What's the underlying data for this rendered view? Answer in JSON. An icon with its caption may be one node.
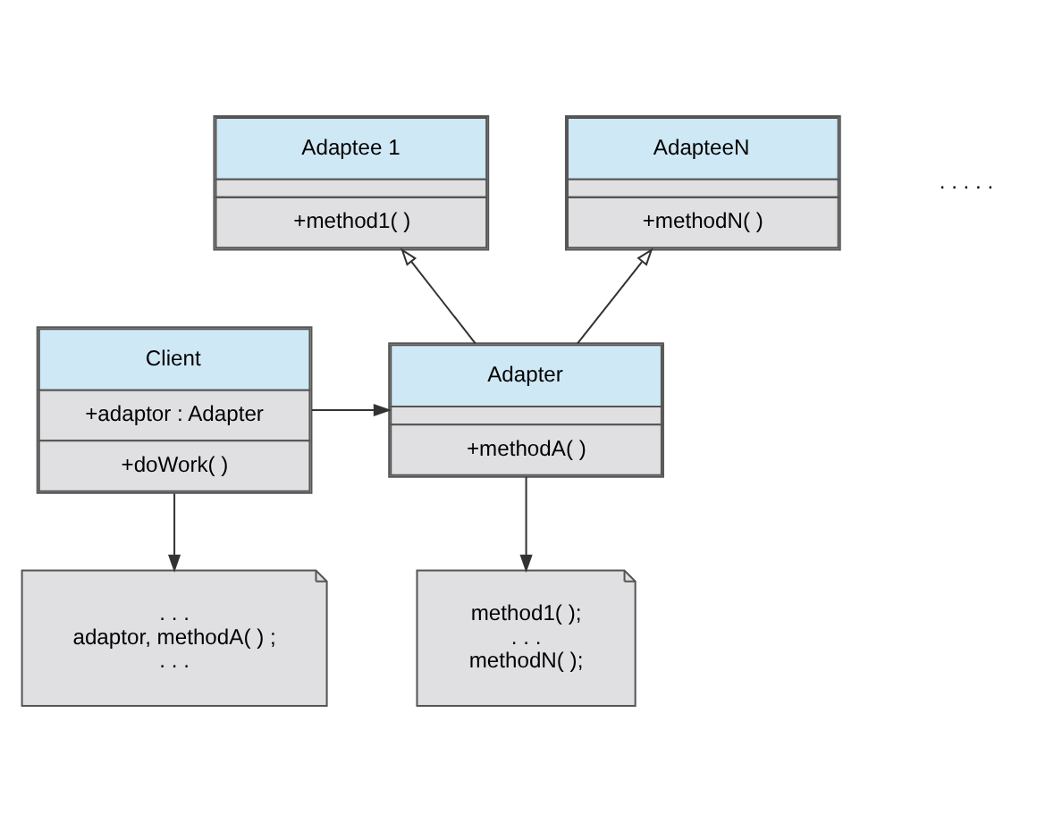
{
  "diagram": {
    "nodes": [
      {
        "text": [
          "Adaptee 1",
          "+method1( )"
        ]
      },
      {
        "text": [
          "AdapteeN",
          "+methodN( )"
        ]
      },
      {
        "text": [
          "Client",
          "+adaptor : Adapter",
          "+doWork( )"
        ]
      },
      {
        "text": [
          "Adapter",
          "+methodA( )"
        ]
      },
      {
        "text": [
          ". . .",
          "adaptor, methodA( ) ;",
          ". . ."
        ]
      },
      {
        "text": [
          "method1( );",
          ". . .",
          "methodN( );"
        ]
      }
    ],
    "edges": [
      {
        "from": 3,
        "to": 0,
        "arrow": "to"
      },
      {
        "from": 3,
        "to": 1,
        "arrow": "to"
      },
      {
        "from": 2,
        "to": 3,
        "arrow": "to"
      },
      {
        "from": 2,
        "to": 4,
        "arrow": "to"
      },
      {
        "from": 3,
        "to": 5,
        "arrow": "to"
      }
    ],
    "labels": [
      ". . . . ."
    ]
  }
}
